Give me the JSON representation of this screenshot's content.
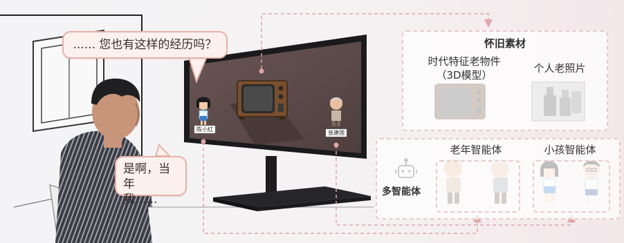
{
  "bubbles": {
    "question": "...... 您也有这样的经历吗？",
    "answer_line1": "是啊，当年",
    "answer_line2": "我......"
  },
  "tv_characters": {
    "left_name": "陈小红",
    "right_name": "张建国"
  },
  "nostalgia_panel": {
    "title": "怀旧素材",
    "item1_line1": "时代特征老物件",
    "item1_line2": "（3D模型）",
    "item2": "个人老照片"
  },
  "agents_panel": {
    "label": "多智能体",
    "group_elder": "老年智能体",
    "group_child": "小孩智能体",
    "icon": "robot-icon"
  },
  "colors": {
    "dashed_arrow": "#e0a5a5",
    "bubble_fill": "#fdf1ee",
    "bubble_border": "#e7b1a6",
    "screen": "#5b4947"
  }
}
